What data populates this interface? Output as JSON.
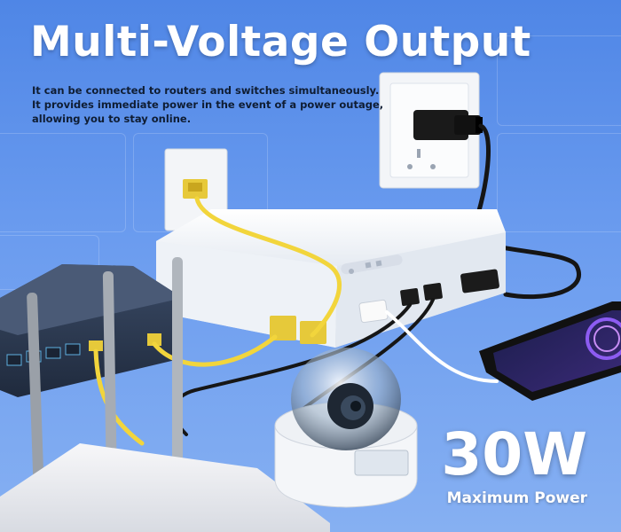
{
  "headline": "Multi-Voltage Output",
  "description": [
    "It can be connected to routers and switches simultaneously.",
    "It provides immediate power in the event of a power outage,",
    "allowing you to stay online."
  ],
  "power": {
    "value": "30W",
    "label": "Maximum Power"
  },
  "colors": {
    "background": "#5b8fe8",
    "ethernet_cable": "#f2d53c",
    "device": "#f4f6f9",
    "switch": "#2a3a55"
  }
}
